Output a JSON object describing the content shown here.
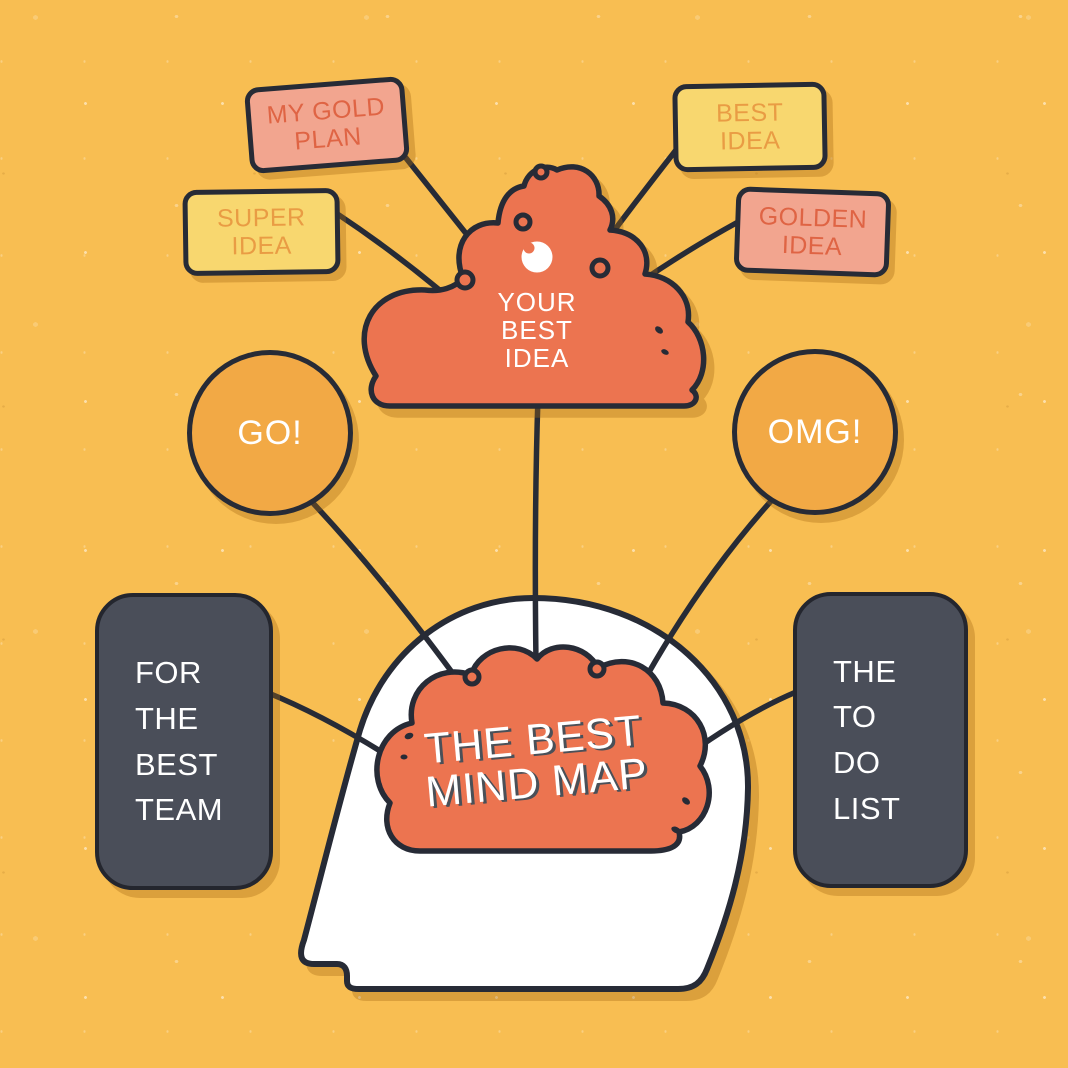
{
  "background": {
    "color": "#F8BE52"
  },
  "palette": {
    "outline": "#272B36",
    "cloud_brain_orange": "#EC7450",
    "bubble_amber": "#F2A945",
    "box_salmon": "#F2A58F",
    "box_yellow": "#F8D76F",
    "panel_dark": "#4A4E59",
    "text_white": "#FFFFFF",
    "text_on_salmon": "#DF6444",
    "text_on_yellow": "#E99C44"
  },
  "cloud": {
    "label": "YOUR\nBEST\nIDEA"
  },
  "brain": {
    "label": "THE BEST\nMIND MAP"
  },
  "idea_boxes": {
    "gold_plan": {
      "label": "MY GOLD\nPLAN"
    },
    "super_idea": {
      "label": "SUPER\nIDEA"
    },
    "best_idea": {
      "label": "BEST\nIDEA"
    },
    "golden_idea": {
      "label": "GOLDEN\nIDEA"
    }
  },
  "bubbles": {
    "go": {
      "label": "GO!"
    },
    "omg": {
      "label": "OMG!"
    }
  },
  "panels": {
    "team": {
      "label": "FOR\nTHE\nBEST\nTEAM"
    },
    "todo": {
      "label": "THE\nTO\nDO\nLIST"
    }
  }
}
